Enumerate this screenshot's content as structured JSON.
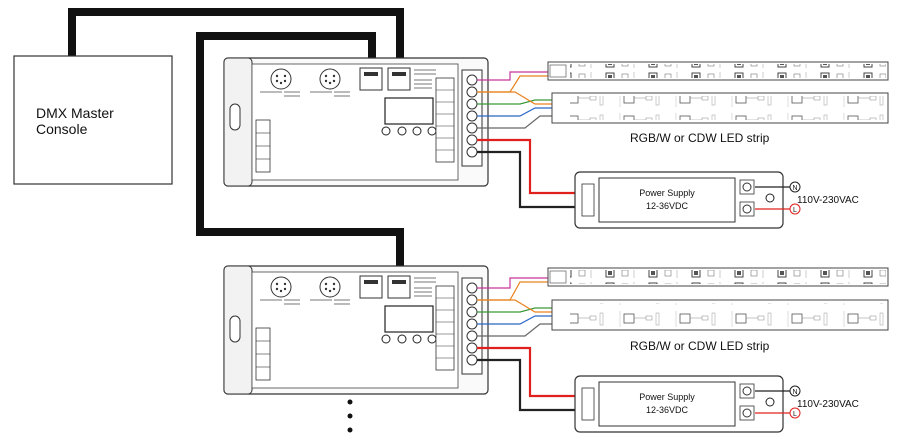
{
  "console": {
    "label_line1": "DMX Master",
    "label_line2": "Console"
  },
  "strip_label": "RGB/W or CDW LED strip",
  "power_supply": {
    "title": "Power Supply",
    "range": "12-36VDC"
  },
  "mains": {
    "voltage": "110V-230VAC",
    "neutral": "N",
    "live": "L"
  },
  "colors": {
    "dmx_cable": "#111111",
    "wire_red": "#e0201c",
    "wire_black": "#222222",
    "wire_magenta": "#c8359b",
    "wire_orange": "#e8821e",
    "wire_green": "#3a9a3a",
    "wire_blue": "#2a68c8",
    "wire_gray": "#666666"
  }
}
